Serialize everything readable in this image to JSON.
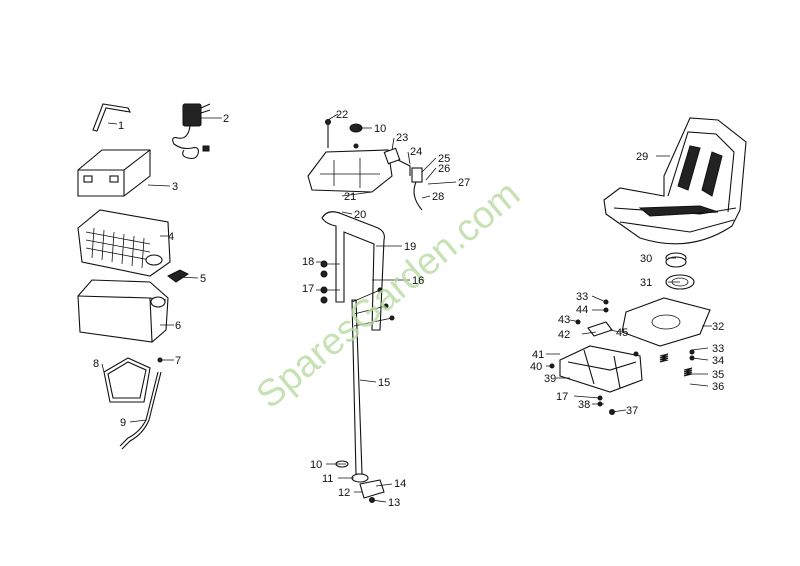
{
  "watermark": "SparesGarden.com",
  "callouts": {
    "c1": "1",
    "c2": "2",
    "c3": "3",
    "c4": "4",
    "c5": "5",
    "c6": "6",
    "c7": "7",
    "c8": "8",
    "c9": "9",
    "c10a": "10",
    "c10b": "10",
    "c11": "11",
    "c12": "12",
    "c13": "13",
    "c14": "14",
    "c15": "15",
    "c16": "16",
    "c17a": "17",
    "c17b": "17",
    "c18": "18",
    "c19": "19",
    "c20": "20",
    "c21": "21",
    "c22": "22",
    "c23": "23",
    "c24": "24",
    "c25": "25",
    "c26": "26",
    "c27": "27",
    "c28": "28",
    "c29": "29",
    "c30": "30",
    "c31": "31",
    "c32": "32",
    "c33a": "33",
    "c33b": "33",
    "c34": "34",
    "c35": "35",
    "c36": "36",
    "c37": "37",
    "c38": "38",
    "c39": "39",
    "c40": "40",
    "c41": "41",
    "c42": "42",
    "c43": "43",
    "c44": "44",
    "c45": "45"
  }
}
